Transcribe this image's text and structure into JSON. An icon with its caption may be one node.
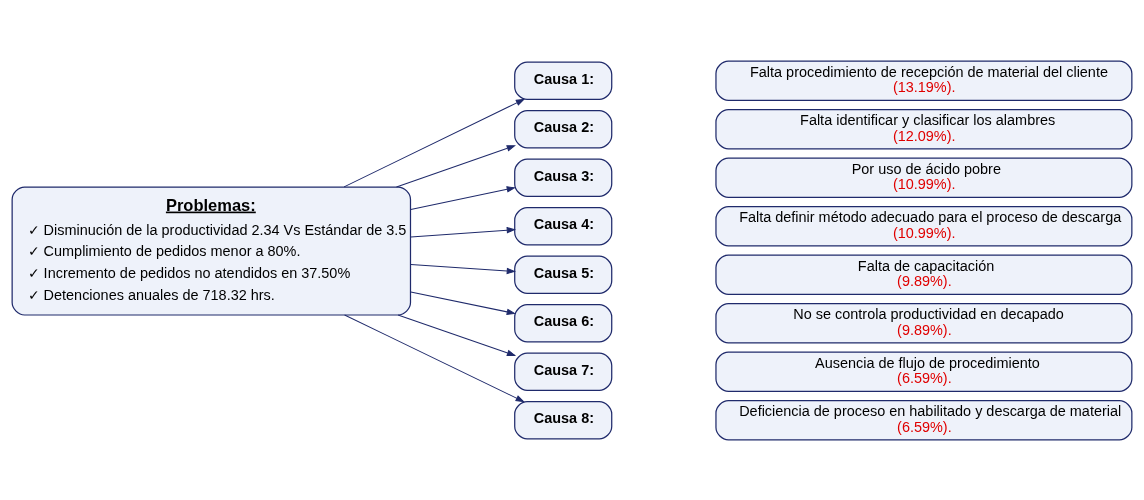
{
  "diagram": {
    "nodes": [
      {
        "text": [
          "Problemas:",
          "✓ Disminución de la productividad 2.34 Vs Estándar de 3.5",
          "✓ Cumplimiento de pedidos menor a 80%.",
          "✓ Incremento de pedidos no atendidos en 37.50%",
          "✓ Detenciones anuales de 718.32 hrs."
        ]
      },
      {
        "text": [
          "Causa 1:"
        ]
      },
      {
        "text": [
          "Falta procedimiento de recepción de material del cliente",
          "(13.19%)."
        ]
      },
      {
        "text": [
          "Causa 2:"
        ]
      },
      {
        "text": [
          "Falta identificar y clasificar los alambres",
          "(12.09%)."
        ]
      },
      {
        "text": [
          "Causa 3:"
        ]
      },
      {
        "text": [
          "Por uso de ácido pobre",
          "(10.99%)."
        ]
      },
      {
        "text": [
          "Causa 4:"
        ]
      },
      {
        "text": [
          "Falta definir método adecuado para el proceso de descarga",
          "(10.99%)."
        ]
      },
      {
        "text": [
          "Causa 5:"
        ]
      },
      {
        "text": [
          "Falta de capacitación",
          "(9.89%)."
        ]
      },
      {
        "text": [
          "Causa 6:"
        ]
      },
      {
        "text": [
          "No se controla productividad en decapado",
          "(9.89%)."
        ]
      },
      {
        "text": [
          "Causa 7:"
        ]
      },
      {
        "text": [
          "Ausencia de flujo de procedimiento",
          "(6.59%)."
        ]
      },
      {
        "text": [
          "Causa 8:"
        ]
      },
      {
        "text": [
          "Deficiencia de proceso en habilitado y descarga de material",
          "(6.59%)."
        ]
      }
    ],
    "edges": [
      {
        "from": 0,
        "to": 1,
        "arrow": "to"
      },
      {
        "from": 0,
        "to": 3,
        "arrow": "to"
      },
      {
        "from": 0,
        "to": 5,
        "arrow": "to"
      },
      {
        "from": 0,
        "to": 7,
        "arrow": "to"
      },
      {
        "from": 0,
        "to": 9,
        "arrow": "to"
      },
      {
        "from": 0,
        "to": 11,
        "arrow": "to"
      },
      {
        "from": 0,
        "to": 13,
        "arrow": "to"
      },
      {
        "from": 0,
        "to": 15,
        "arrow": "to"
      }
    ]
  }
}
